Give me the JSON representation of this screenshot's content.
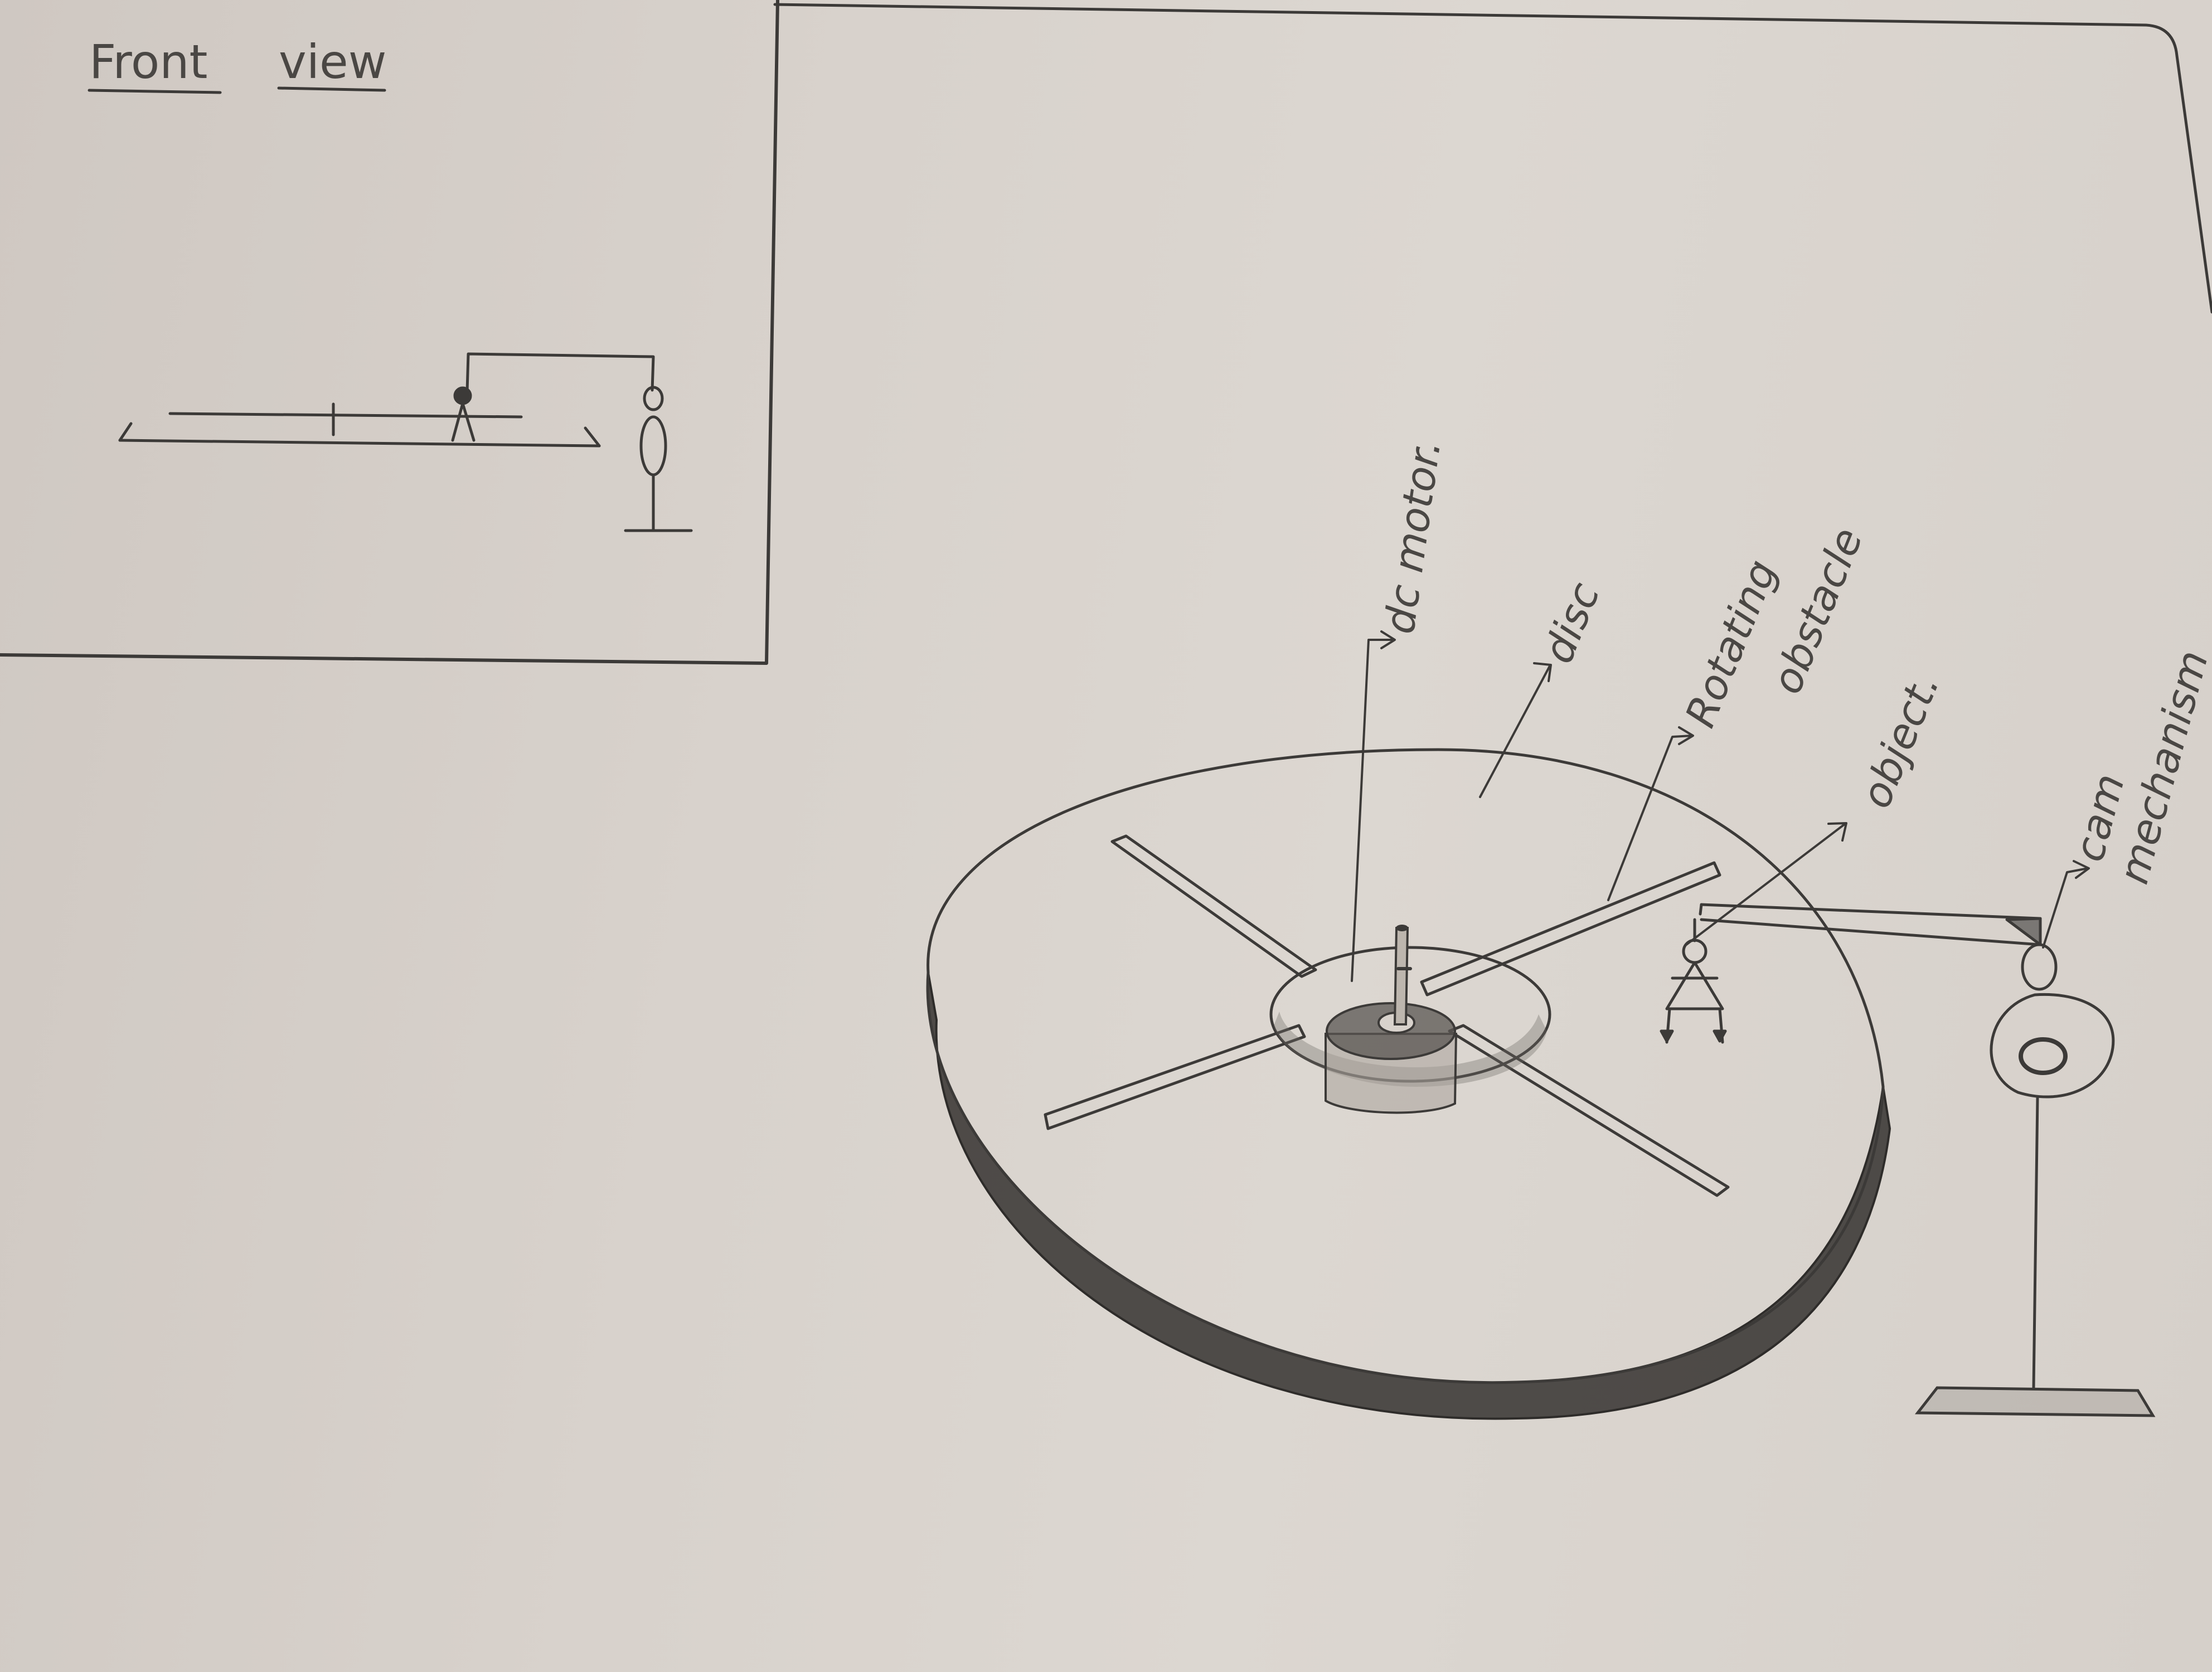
{
  "inset": {
    "title_word_1": "Front",
    "title_word_2": "view"
  },
  "labels": {
    "dc_motor": "dc motor.",
    "disc": "disc",
    "rotating": "Rotating",
    "obstacle": "obstacle",
    "object": "object.",
    "cam": "cam",
    "mechanism": "mechanism"
  },
  "colors": {
    "paper": "#d8d2cc",
    "pencil": "#3c3a38",
    "shading": "#2e2c2a"
  }
}
